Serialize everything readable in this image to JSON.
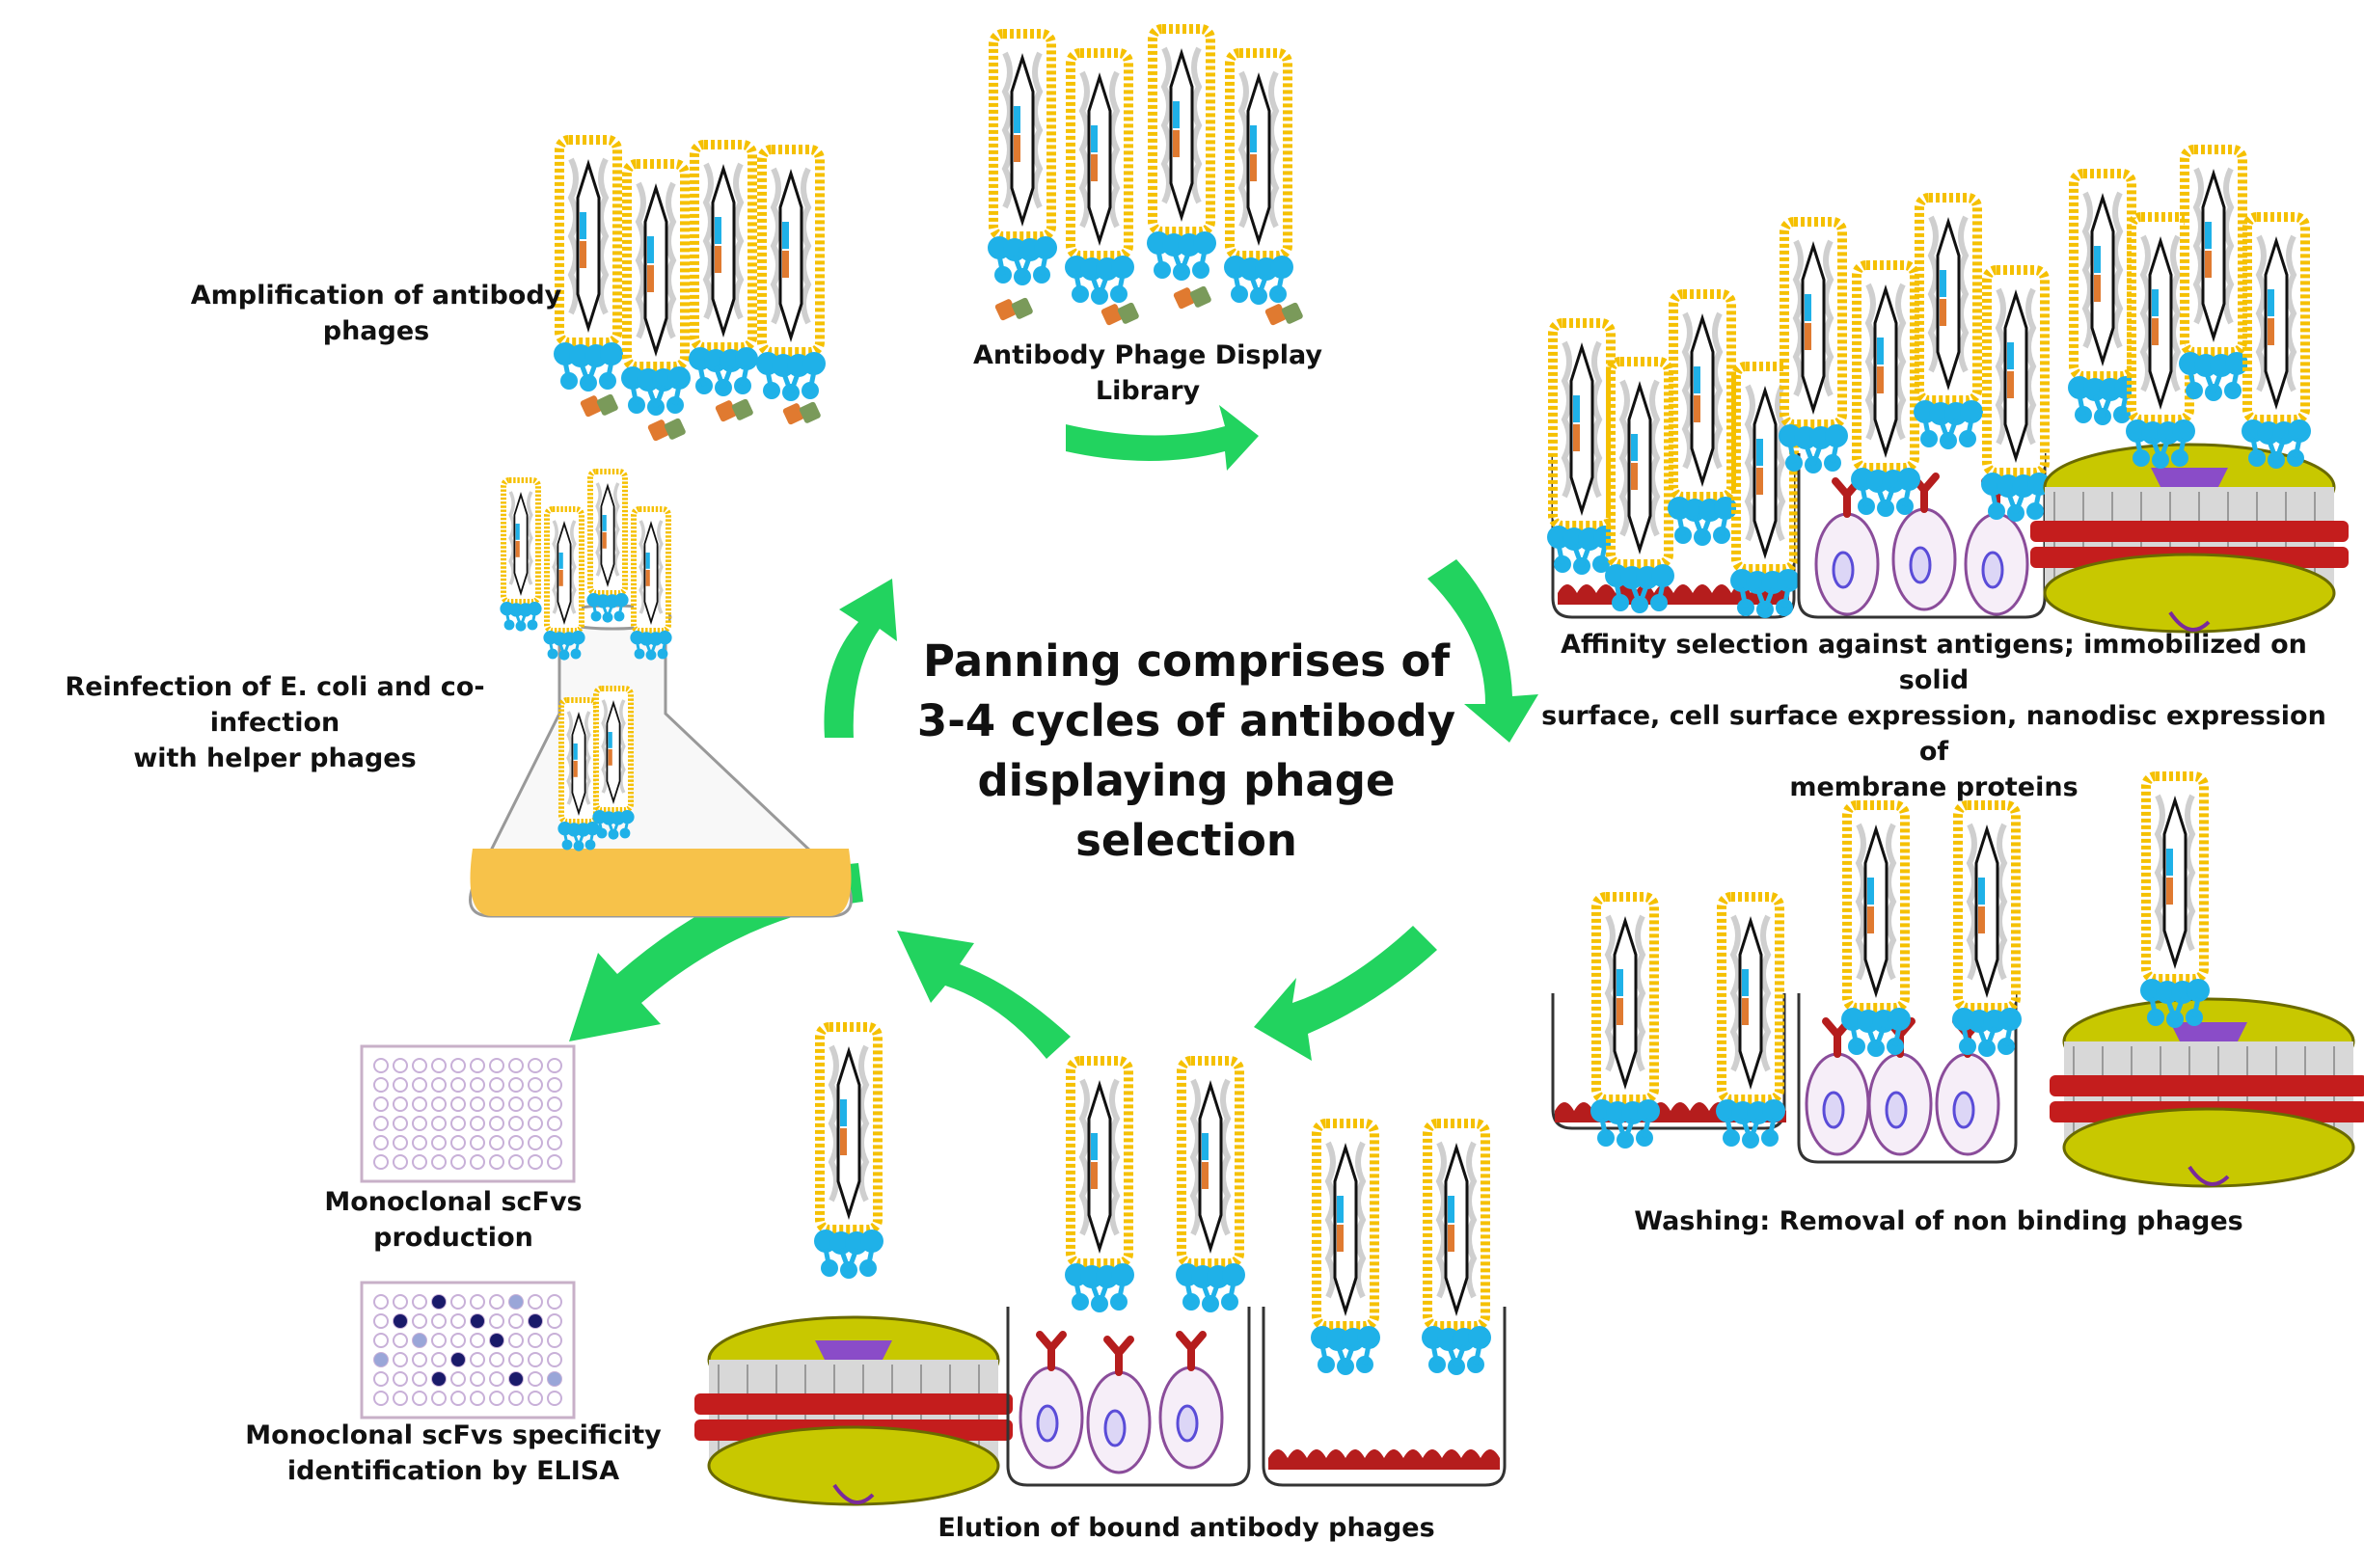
{
  "center": {
    "line1": "Panning comprises of",
    "line2": "3-4 cycles of antibody",
    "line3": "displaying phage",
    "line4": "selection"
  },
  "steps": {
    "library": {
      "line1": "Antibody Phage Display",
      "line2": "Library"
    },
    "affinity": {
      "line1": "Affinity selection against antigens; immobilized on solid",
      "line2": "surface, cell surface expression, nanodisc expression of",
      "line3": "membrane proteins"
    },
    "washing": {
      "line1": "Washing: Removal of non binding phages"
    },
    "elution": {
      "line1": "Elution of bound antibody phages"
    },
    "reinfection": {
      "line1": "Reinfection of E. coli and co-infection",
      "line2": "with helper phages"
    },
    "amplification": {
      "line1": "Amplification of antibody",
      "line2": "phages"
    },
    "production": {
      "line1": "Monoclonal scFvs production"
    },
    "elisa": {
      "line1": "Monoclonal scFvs specificity",
      "line2": "identification by ELISA"
    }
  },
  "colors": {
    "arrow": "#22d35f",
    "phage_coat": "#f5c000",
    "phage_tail": "#1fb1e8",
    "flask_medium": "#f7c24a",
    "antigen": "#b51d1d",
    "lipid_head": "#c8c800",
    "belt_protein": "#c41d1d",
    "cell_nucleus": "#8a7cd8"
  }
}
